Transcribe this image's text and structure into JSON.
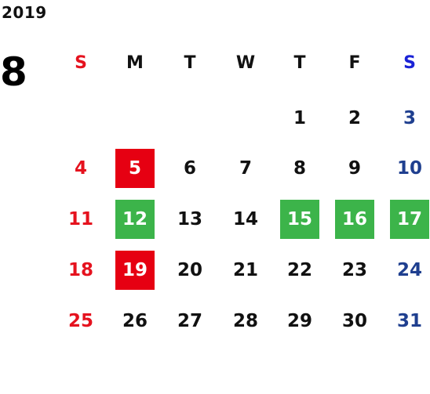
{
  "year": "2019",
  "month": "8",
  "weekdays": [
    "S",
    "M",
    "T",
    "W",
    "T",
    "F",
    "S"
  ],
  "colors": {
    "sunday": "#e5121e",
    "saturday": "#1f3f8f",
    "saturday_header": "#1a22d6",
    "highlight_red": "#e60012",
    "highlight_green": "#3cb44a"
  },
  "weeks": [
    [
      {
        "day": "",
        "highlight": ""
      },
      {
        "day": "",
        "highlight": ""
      },
      {
        "day": "",
        "highlight": ""
      },
      {
        "day": "",
        "highlight": ""
      },
      {
        "day": "1",
        "highlight": ""
      },
      {
        "day": "2",
        "highlight": ""
      },
      {
        "day": "3",
        "highlight": ""
      }
    ],
    [
      {
        "day": "4",
        "highlight": ""
      },
      {
        "day": "5",
        "highlight": "red"
      },
      {
        "day": "6",
        "highlight": ""
      },
      {
        "day": "7",
        "highlight": ""
      },
      {
        "day": "8",
        "highlight": ""
      },
      {
        "day": "9",
        "highlight": ""
      },
      {
        "day": "10",
        "highlight": ""
      }
    ],
    [
      {
        "day": "11",
        "highlight": ""
      },
      {
        "day": "12",
        "highlight": "green"
      },
      {
        "day": "13",
        "highlight": ""
      },
      {
        "day": "14",
        "highlight": ""
      },
      {
        "day": "15",
        "highlight": "green"
      },
      {
        "day": "16",
        "highlight": "green"
      },
      {
        "day": "17",
        "highlight": "green"
      }
    ],
    [
      {
        "day": "18",
        "highlight": ""
      },
      {
        "day": "19",
        "highlight": "red"
      },
      {
        "day": "20",
        "highlight": ""
      },
      {
        "day": "21",
        "highlight": ""
      },
      {
        "day": "22",
        "highlight": ""
      },
      {
        "day": "23",
        "highlight": ""
      },
      {
        "day": "24",
        "highlight": ""
      }
    ],
    [
      {
        "day": "25",
        "highlight": ""
      },
      {
        "day": "26",
        "highlight": ""
      },
      {
        "day": "27",
        "highlight": ""
      },
      {
        "day": "28",
        "highlight": ""
      },
      {
        "day": "29",
        "highlight": ""
      },
      {
        "day": "30",
        "highlight": ""
      },
      {
        "day": "31",
        "highlight": ""
      }
    ]
  ]
}
